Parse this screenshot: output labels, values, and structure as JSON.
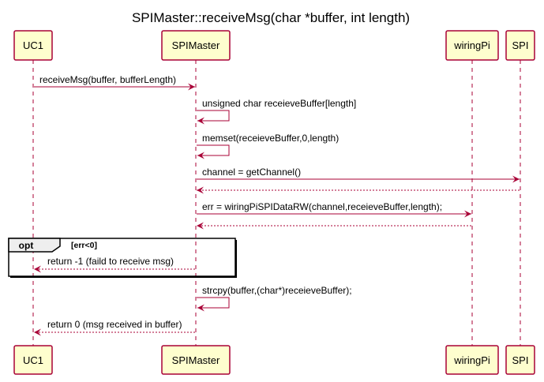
{
  "title": "SPIMaster::receiveMsg(char *buffer, int length)",
  "colors": {
    "participant_fill": "#FEFECE",
    "participant_border": "#A80036",
    "arrow": "#A80036",
    "lifeline": "#A80036",
    "text": "#000000",
    "fragment_border": "#000000",
    "fragment_header": "#EEEEEE"
  },
  "participants": [
    {
      "id": "uc1",
      "label": "UC1"
    },
    {
      "id": "spimaster",
      "label": "SPIMaster"
    },
    {
      "id": "wiringpi",
      "label": "wiringPi"
    },
    {
      "id": "spi",
      "label": "SPI"
    }
  ],
  "messages": [
    {
      "id": "m1",
      "from": "uc1",
      "to": "spimaster",
      "label": "receiveMsg(buffer, bufferLength)",
      "style": "solid"
    },
    {
      "id": "m2",
      "from": "spimaster",
      "to": "spimaster",
      "label": "unsigned char receieveBuffer[length]",
      "style": "solid"
    },
    {
      "id": "m3",
      "from": "spimaster",
      "to": "spimaster",
      "label": "memset(receieveBuffer,0,length)",
      "style": "solid"
    },
    {
      "id": "m4",
      "from": "spimaster",
      "to": "spi",
      "label": "channel = getChannel()",
      "style": "solid"
    },
    {
      "id": "m5",
      "from": "spi",
      "to": "spimaster",
      "label": "",
      "style": "dashed"
    },
    {
      "id": "m6",
      "from": "spimaster",
      "to": "wiringpi",
      "label": "err = wiringPiSPIDataRW(channel,receieveBuffer,length);",
      "style": "solid"
    },
    {
      "id": "m7",
      "from": "wiringpi",
      "to": "spimaster",
      "label": "",
      "style": "dashed"
    },
    {
      "id": "m8",
      "from": "spimaster",
      "to": "uc1",
      "label": "return -1 (faild to receive msg)",
      "style": "dashed"
    },
    {
      "id": "m9",
      "from": "spimaster",
      "to": "spimaster",
      "label": "strcpy(buffer,(char*)receieveBuffer);",
      "style": "solid"
    },
    {
      "id": "m10",
      "from": "spimaster",
      "to": "uc1",
      "label": "return 0 (msg received in buffer)",
      "style": "dashed"
    }
  ],
  "fragment": {
    "keyword": "opt",
    "guard": "[err<0]"
  }
}
